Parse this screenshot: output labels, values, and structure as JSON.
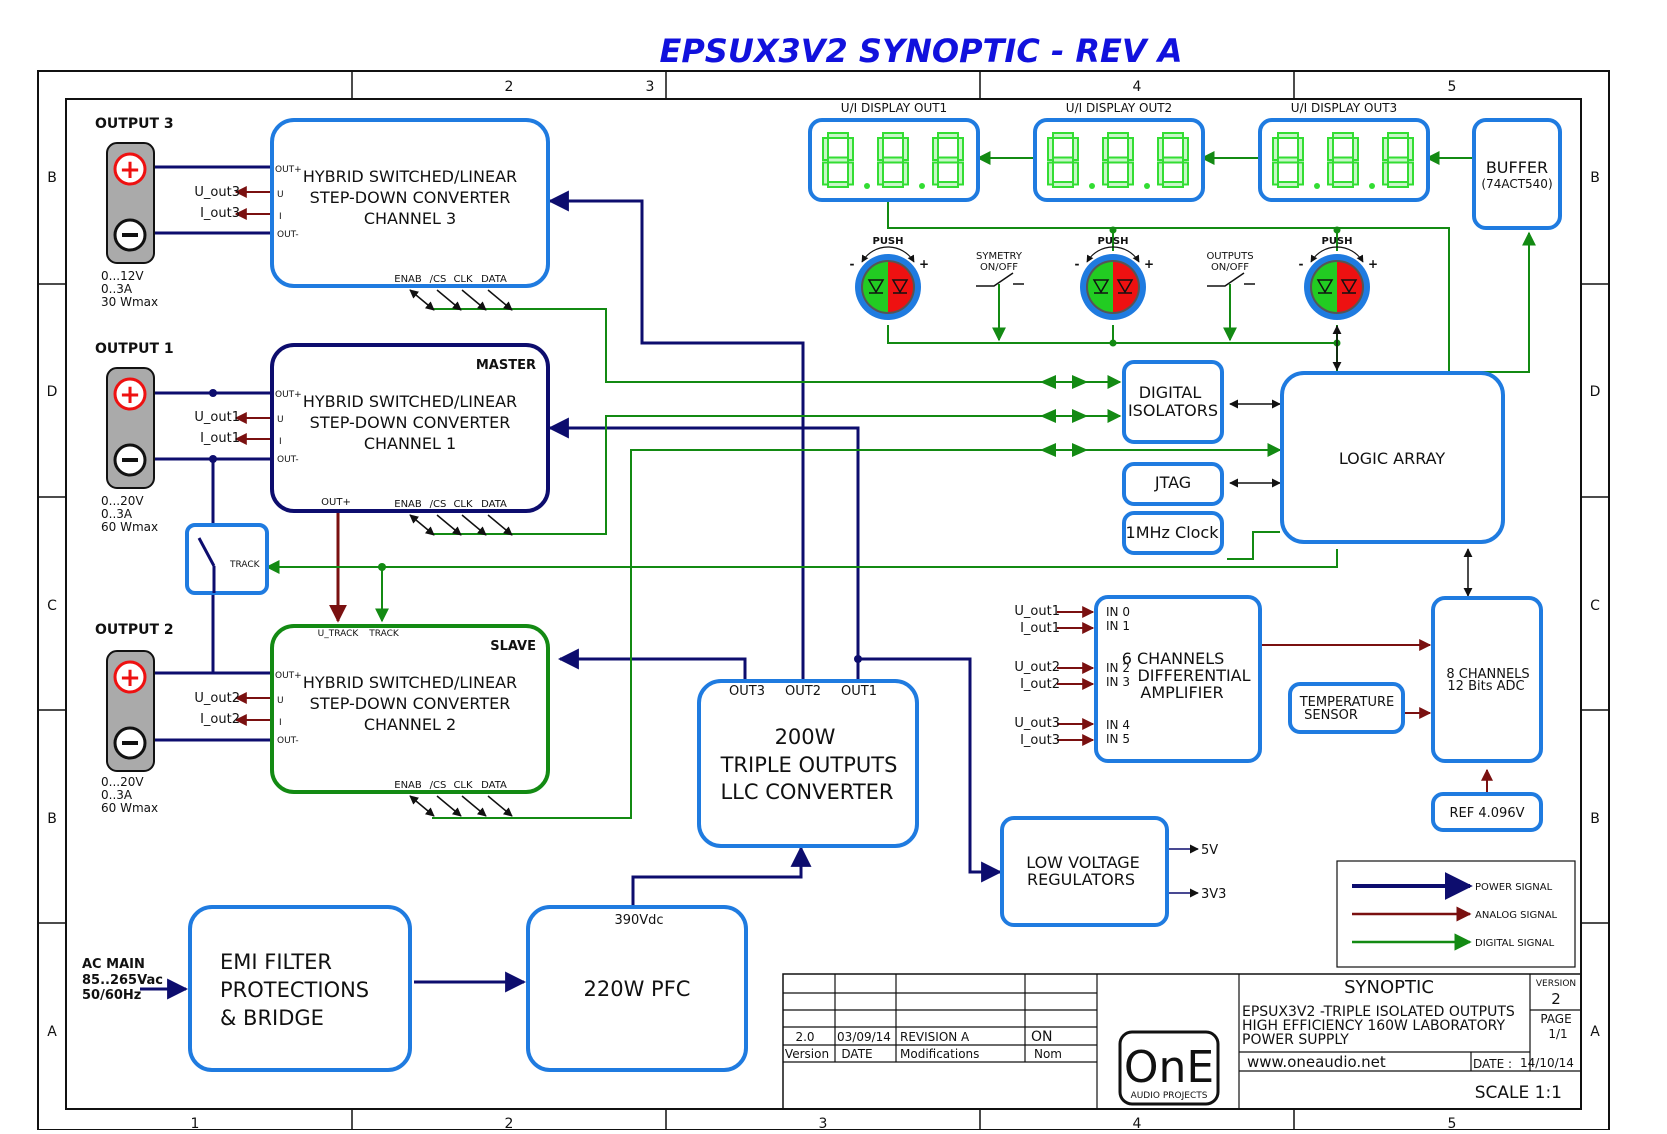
{
  "title": "EPSUX3V2 SYNOPTIC - REV A",
  "frame": {
    "top_cols": [
      "2",
      "3",
      "4",
      "5"
    ],
    "bottom_cols": [
      "1",
      "2",
      "3",
      "4",
      "5"
    ],
    "left_rows": [
      "B",
      "D",
      "C",
      "B",
      "A"
    ],
    "right_rows": [
      "B",
      "D",
      "C",
      "B",
      "A"
    ]
  },
  "outputs": [
    {
      "label": "OUTPUT 3",
      "specs": [
        "0...12V",
        "0..3A",
        "30 Wmax"
      ]
    },
    {
      "label": "OUTPUT 1",
      "specs": [
        "0...20V",
        "0..3A",
        "60 Wmax"
      ]
    },
    {
      "label": "OUTPUT 2",
      "specs": [
        "0...20V",
        "0..3A",
        "60 Wmax"
      ]
    }
  ],
  "converters": [
    {
      "line1": "HYBRID SWITCHED/LINEAR",
      "line2": "STEP-DOWN CONVERTER",
      "line3": "CHANNEL 3",
      "role": "",
      "u": "U_out3",
      "i": "I_out3",
      "color": "#1f7be0"
    },
    {
      "line1": "HYBRID SWITCHED/LINEAR",
      "line2": "STEP-DOWN CONVERTER",
      "line3": "CHANNEL 1",
      "role": "MASTER",
      "u": "U_out1",
      "i": "I_out1",
      "color": "#0d0d6e"
    },
    {
      "line1": "HYBRID SWITCHED/LINEAR",
      "line2": "STEP-DOWN CONVERTER",
      "line3": "CHANNEL 2",
      "role": "SLAVE",
      "u": "U_out2",
      "i": "I_out2",
      "color": "#138a13"
    }
  ],
  "pins": {
    "out_plus": "OUT+",
    "u": "U",
    "i": "I",
    "out_minus": "OUT-",
    "enab": "ENAB",
    "cs": "/CS",
    "clk": "CLK",
    "data": "DATA",
    "u_track": "U_TRACK",
    "track": "TRACK"
  },
  "track_switch": "TRACK",
  "displays": [
    {
      "label": "U/I DISPLAY OUT1",
      "digits": "8.8.8"
    },
    {
      "label": "U/I DISPLAY OUT2",
      "digits": "8.8.8"
    },
    {
      "label": "U/I DISPLAY OUT3",
      "digits": "8.8.8"
    }
  ],
  "buffer": {
    "line1": "BUFFER",
    "line2": "(74ACT540)"
  },
  "encoder": {
    "push": "PUSH",
    "minus": "-",
    "plus": "+"
  },
  "switches": [
    {
      "line1": "SYMETRY",
      "line2": "ON/OFF"
    },
    {
      "line1": "OUTPUTS",
      "line2": "ON/OFF"
    }
  ],
  "digital_isolators": {
    "line1": "DIGITAL",
    "line2": "ISOLATORS"
  },
  "logic_array": "LOGIC ARRAY",
  "jtag": "JTAG",
  "clock": "1MHz Clock",
  "amplifier": {
    "line1": "6 CHANNELS",
    "line2": "DIFFERENTIAL",
    "line3": "AMPLIFIER",
    "inputs": [
      "IN 0",
      "IN 1",
      "IN 2",
      "IN 3",
      "IN 4",
      "IN 5"
    ],
    "signals": [
      "U_out1",
      "I_out1",
      "U_out2",
      "I_out2",
      "U_out3",
      "I_out3"
    ]
  },
  "adc": {
    "line1": "8 CHANNELS",
    "line2": "12 Bits ADC"
  },
  "temp_sensor": {
    "line1": "TEMPERATURE",
    "line2": "SENSOR"
  },
  "ref": "REF 4.096V",
  "llc": {
    "line1": "200W",
    "line2": "TRIPLE OUTPUTS",
    "line3": "LLC CONVERTER",
    "outs": [
      "OUT3",
      "OUT2",
      "OUT1"
    ]
  },
  "lvr": {
    "line1": "LOW VOLTAGE",
    "line2": "REGULATORS",
    "out1": "5V",
    "out2": "3V3"
  },
  "emi": {
    "line1": "EMI FILTER",
    "line2": "PROTECTIONS",
    "line3": "& BRIDGE"
  },
  "ac_main": {
    "line1": "AC MAIN",
    "line2": "85..265Vac",
    "line3": "50/60Hz"
  },
  "pfc": {
    "label": "220W PFC",
    "vdc": "390Vdc"
  },
  "legend": [
    {
      "label": "POWER SIGNAL",
      "color": "#0d0d6e"
    },
    {
      "label": "ANALOG SIGNAL",
      "color": "#7a1010"
    },
    {
      "label": "DIGITAL SIGNAL",
      "color": "#138a13"
    }
  ],
  "colors": {
    "accent": "#1f7be0",
    "power": "#0d0d6e",
    "analog": "#7a1010",
    "digital": "#138a13",
    "seg_on": "#33dd33",
    "title": "#1111dd"
  },
  "titleblock": {
    "rev_version": "2.0",
    "rev_date": "03/09/14",
    "rev_mod": "REVISION A",
    "rev_nom": "ON",
    "h_version": "Version",
    "h_date": "DATE",
    "h_mod": "Modifications",
    "h_nom": "Nom",
    "logo": "OnE",
    "logo_sub": "AUDIO PROJECTS",
    "sheet_title": "SYNOPTIC",
    "desc1": "EPSUX3V2  -TRIPLE ISOLATED OUTPUTS",
    "desc2": "HIGH EFFICIENCY 160W LABORATORY",
    "desc3": "POWER SUPPLY",
    "url": "www.oneaudio.net",
    "version_label": "VERSION",
    "version": "2",
    "page_label": "PAGE",
    "page": "1/1",
    "date_label": "DATE :",
    "date": "14/10/14",
    "scale": "SCALE 1:1"
  }
}
